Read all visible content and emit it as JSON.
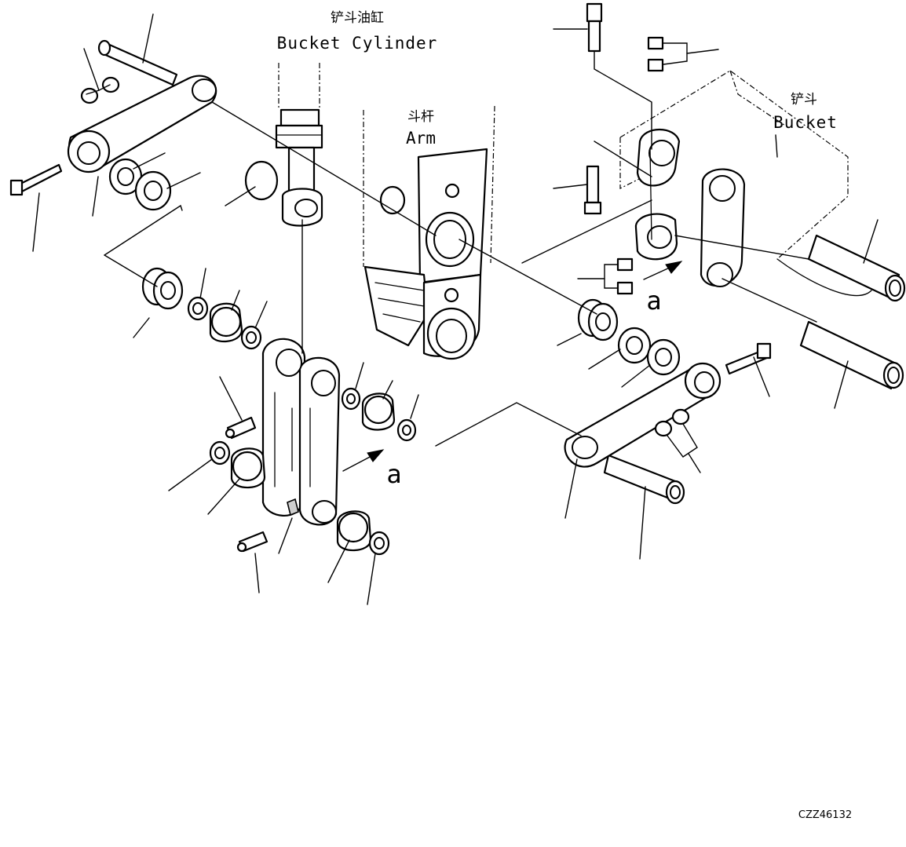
{
  "labels": {
    "bucket_cylinder_cn": "铲斗油缸",
    "bucket_cylinder_en": "Bucket Cylinder",
    "arm_cn": "斗杆",
    "arm_en": "Arm",
    "bucket_cn": "铲斗",
    "bucket_en": "Bucket",
    "ref_a1": "a",
    "ref_a2": "a",
    "drawing_code": "CZZ46132"
  }
}
